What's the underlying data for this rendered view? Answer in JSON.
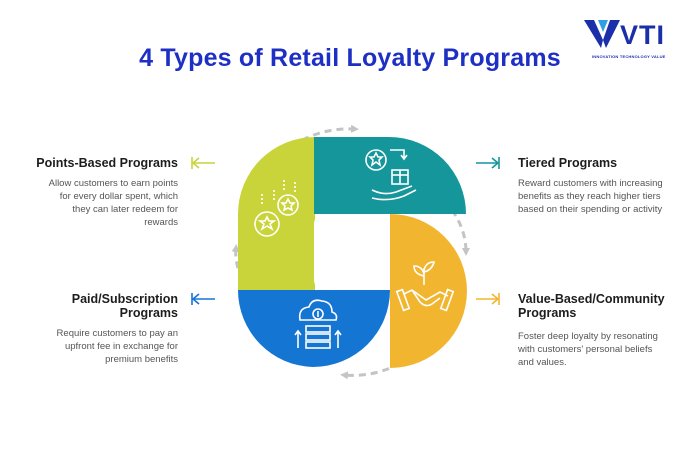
{
  "title": "4 Types of Retail Loyalty Programs",
  "logo": {
    "name": "VTI",
    "tagline": "INNOVATION TECHNOLOGY VALUE"
  },
  "programs": [
    {
      "heading": "Points-Based Programs",
      "description": "Allow customers to earn points for every dollar spent, which they can later redeem for rewards",
      "color": "#c9d43a",
      "icon": "stars-coins-icon"
    },
    {
      "heading": "Tiered Programs",
      "description": "Reward customers with increasing benefits as they reach higher tiers based on their spending or activity",
      "color": "#14969b",
      "icon": "star-gift-hand-icon"
    },
    {
      "heading": "Value-Based/Community Programs",
      "description": "Foster deep loyalty by resonating with customers' personal beliefs and values.",
      "color": "#f2b52f",
      "icon": "handshake-plant-icon"
    },
    {
      "heading": "Paid/Subscription Programs",
      "description": "Require customers to pay an upfront fee in exchange for premium benefits",
      "color": "#1575d3",
      "icon": "cloud-money-server-icon"
    }
  ]
}
